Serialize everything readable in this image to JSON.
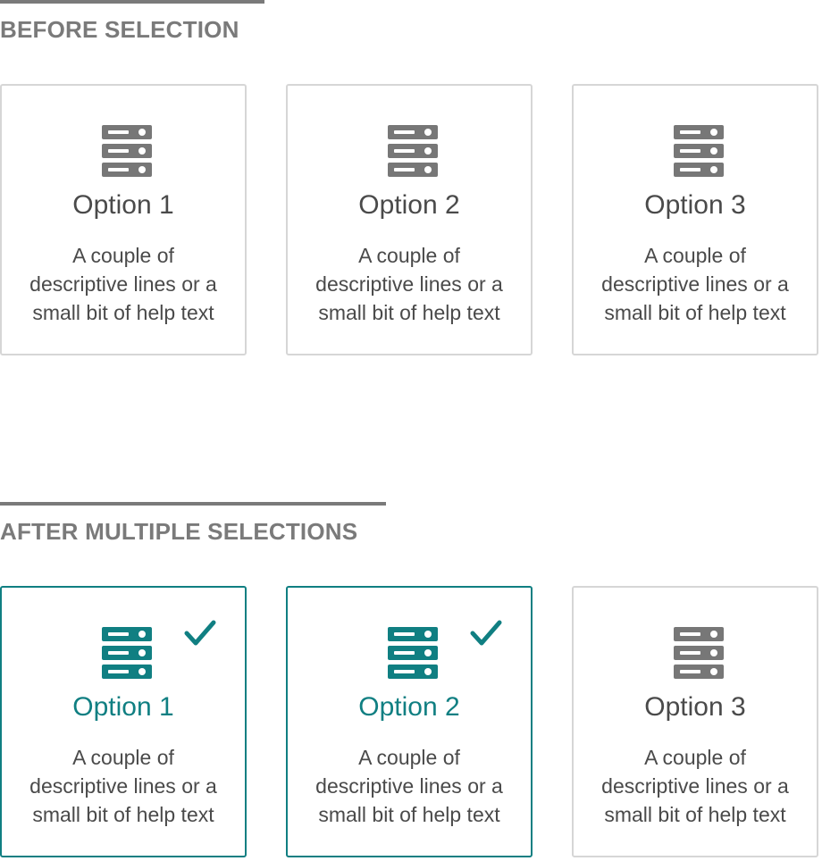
{
  "colors": {
    "heading": "#7a7a7a",
    "text": "#4a4a4a",
    "icon_default": "#777777",
    "selected_accent": "#107f82",
    "card_border": "#d6d6d6"
  },
  "sections": [
    {
      "title": "BEFORE SELECTION",
      "cards": [
        {
          "title": "Option 1",
          "description_lines": [
            "A couple of",
            "descriptive lines or a",
            "small bit of help text"
          ],
          "selected": false,
          "icon": "server-icon"
        },
        {
          "title": "Option 2",
          "description_lines": [
            "A couple of",
            "descriptive lines or a",
            "small bit of help text"
          ],
          "selected": false,
          "icon": "server-icon"
        },
        {
          "title": "Option 3",
          "description_lines": [
            "A couple of",
            "descriptive lines or a",
            "small bit of help text"
          ],
          "selected": false,
          "icon": "server-icon"
        }
      ]
    },
    {
      "title": "AFTER MULTIPLE SELECTIONS",
      "cards": [
        {
          "title": "Option 1",
          "description_lines": [
            "A couple of",
            "descriptive lines or a",
            "small bit of help text"
          ],
          "selected": true,
          "icon": "server-icon",
          "selected_indicator": "checkmark-icon"
        },
        {
          "title": "Option 2",
          "description_lines": [
            "A couple of",
            "descriptive lines or a",
            "small bit of help text"
          ],
          "selected": true,
          "icon": "server-icon",
          "selected_indicator": "checkmark-icon"
        },
        {
          "title": "Option 3",
          "description_lines": [
            "A couple of",
            "descriptive lines or a",
            "small bit of help text"
          ],
          "selected": false,
          "icon": "server-icon"
        }
      ]
    }
  ]
}
